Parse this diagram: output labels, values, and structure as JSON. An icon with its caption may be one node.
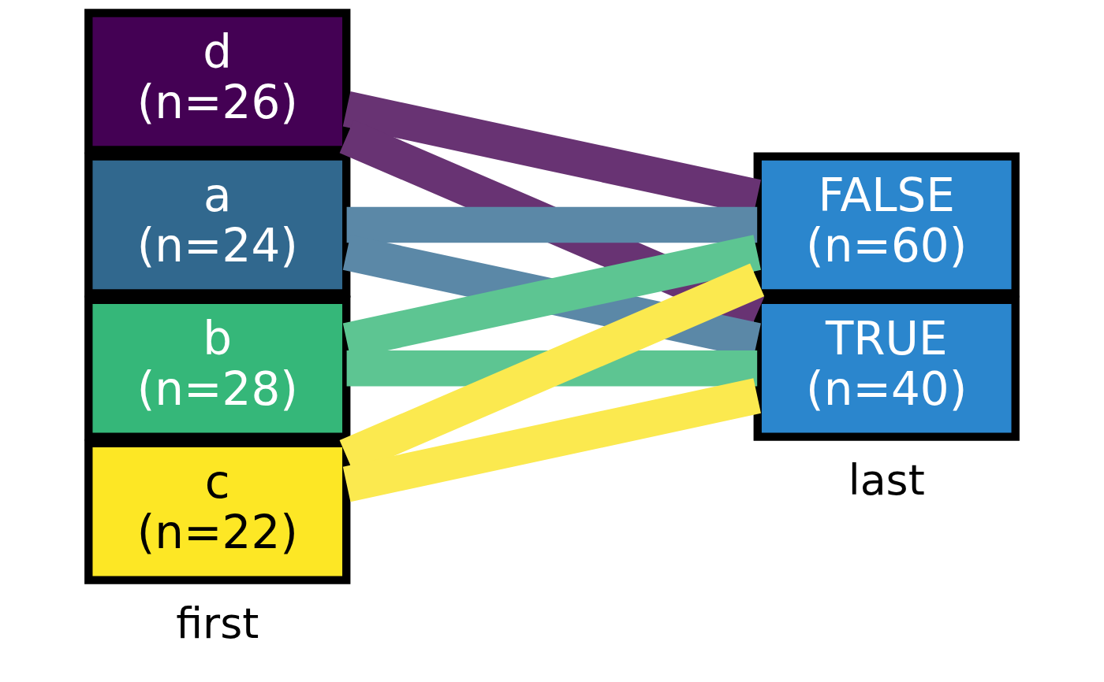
{
  "diagram": {
    "nodes": [
      {
        "text": [
          "d",
          "(n=26)"
        ]
      },
      {
        "text": [
          "a",
          "(n=24)"
        ]
      },
      {
        "text": [
          "b",
          "(n=28)"
        ]
      },
      {
        "text": [
          "c",
          "(n=22)"
        ]
      },
      {
        "text": [
          "FALSE",
          "(n=60)"
        ]
      },
      {
        "text": [
          "TRUE",
          "(n=40)"
        ]
      }
    ],
    "edges": [
      {
        "from": 0,
        "to": 4,
        "arrow": "none",
        "color": "#683373"
      },
      {
        "from": 0,
        "to": 5,
        "arrow": "none",
        "color": "#683373"
      },
      {
        "from": 1,
        "to": 4,
        "arrow": "none",
        "color": "#5b88a7"
      },
      {
        "from": 1,
        "to": 5,
        "arrow": "none",
        "color": "#5b88a7"
      },
      {
        "from": 2,
        "to": 4,
        "arrow": "none",
        "color": "#5dc592"
      },
      {
        "from": 2,
        "to": 5,
        "arrow": "none",
        "color": "#5dc592"
      },
      {
        "from": 3,
        "to": 4,
        "arrow": "none",
        "color": "#fbe94f"
      },
      {
        "from": 3,
        "to": 5,
        "arrow": "none",
        "color": "#fbe94f"
      }
    ],
    "labels": [
      "first",
      "last"
    ]
  }
}
